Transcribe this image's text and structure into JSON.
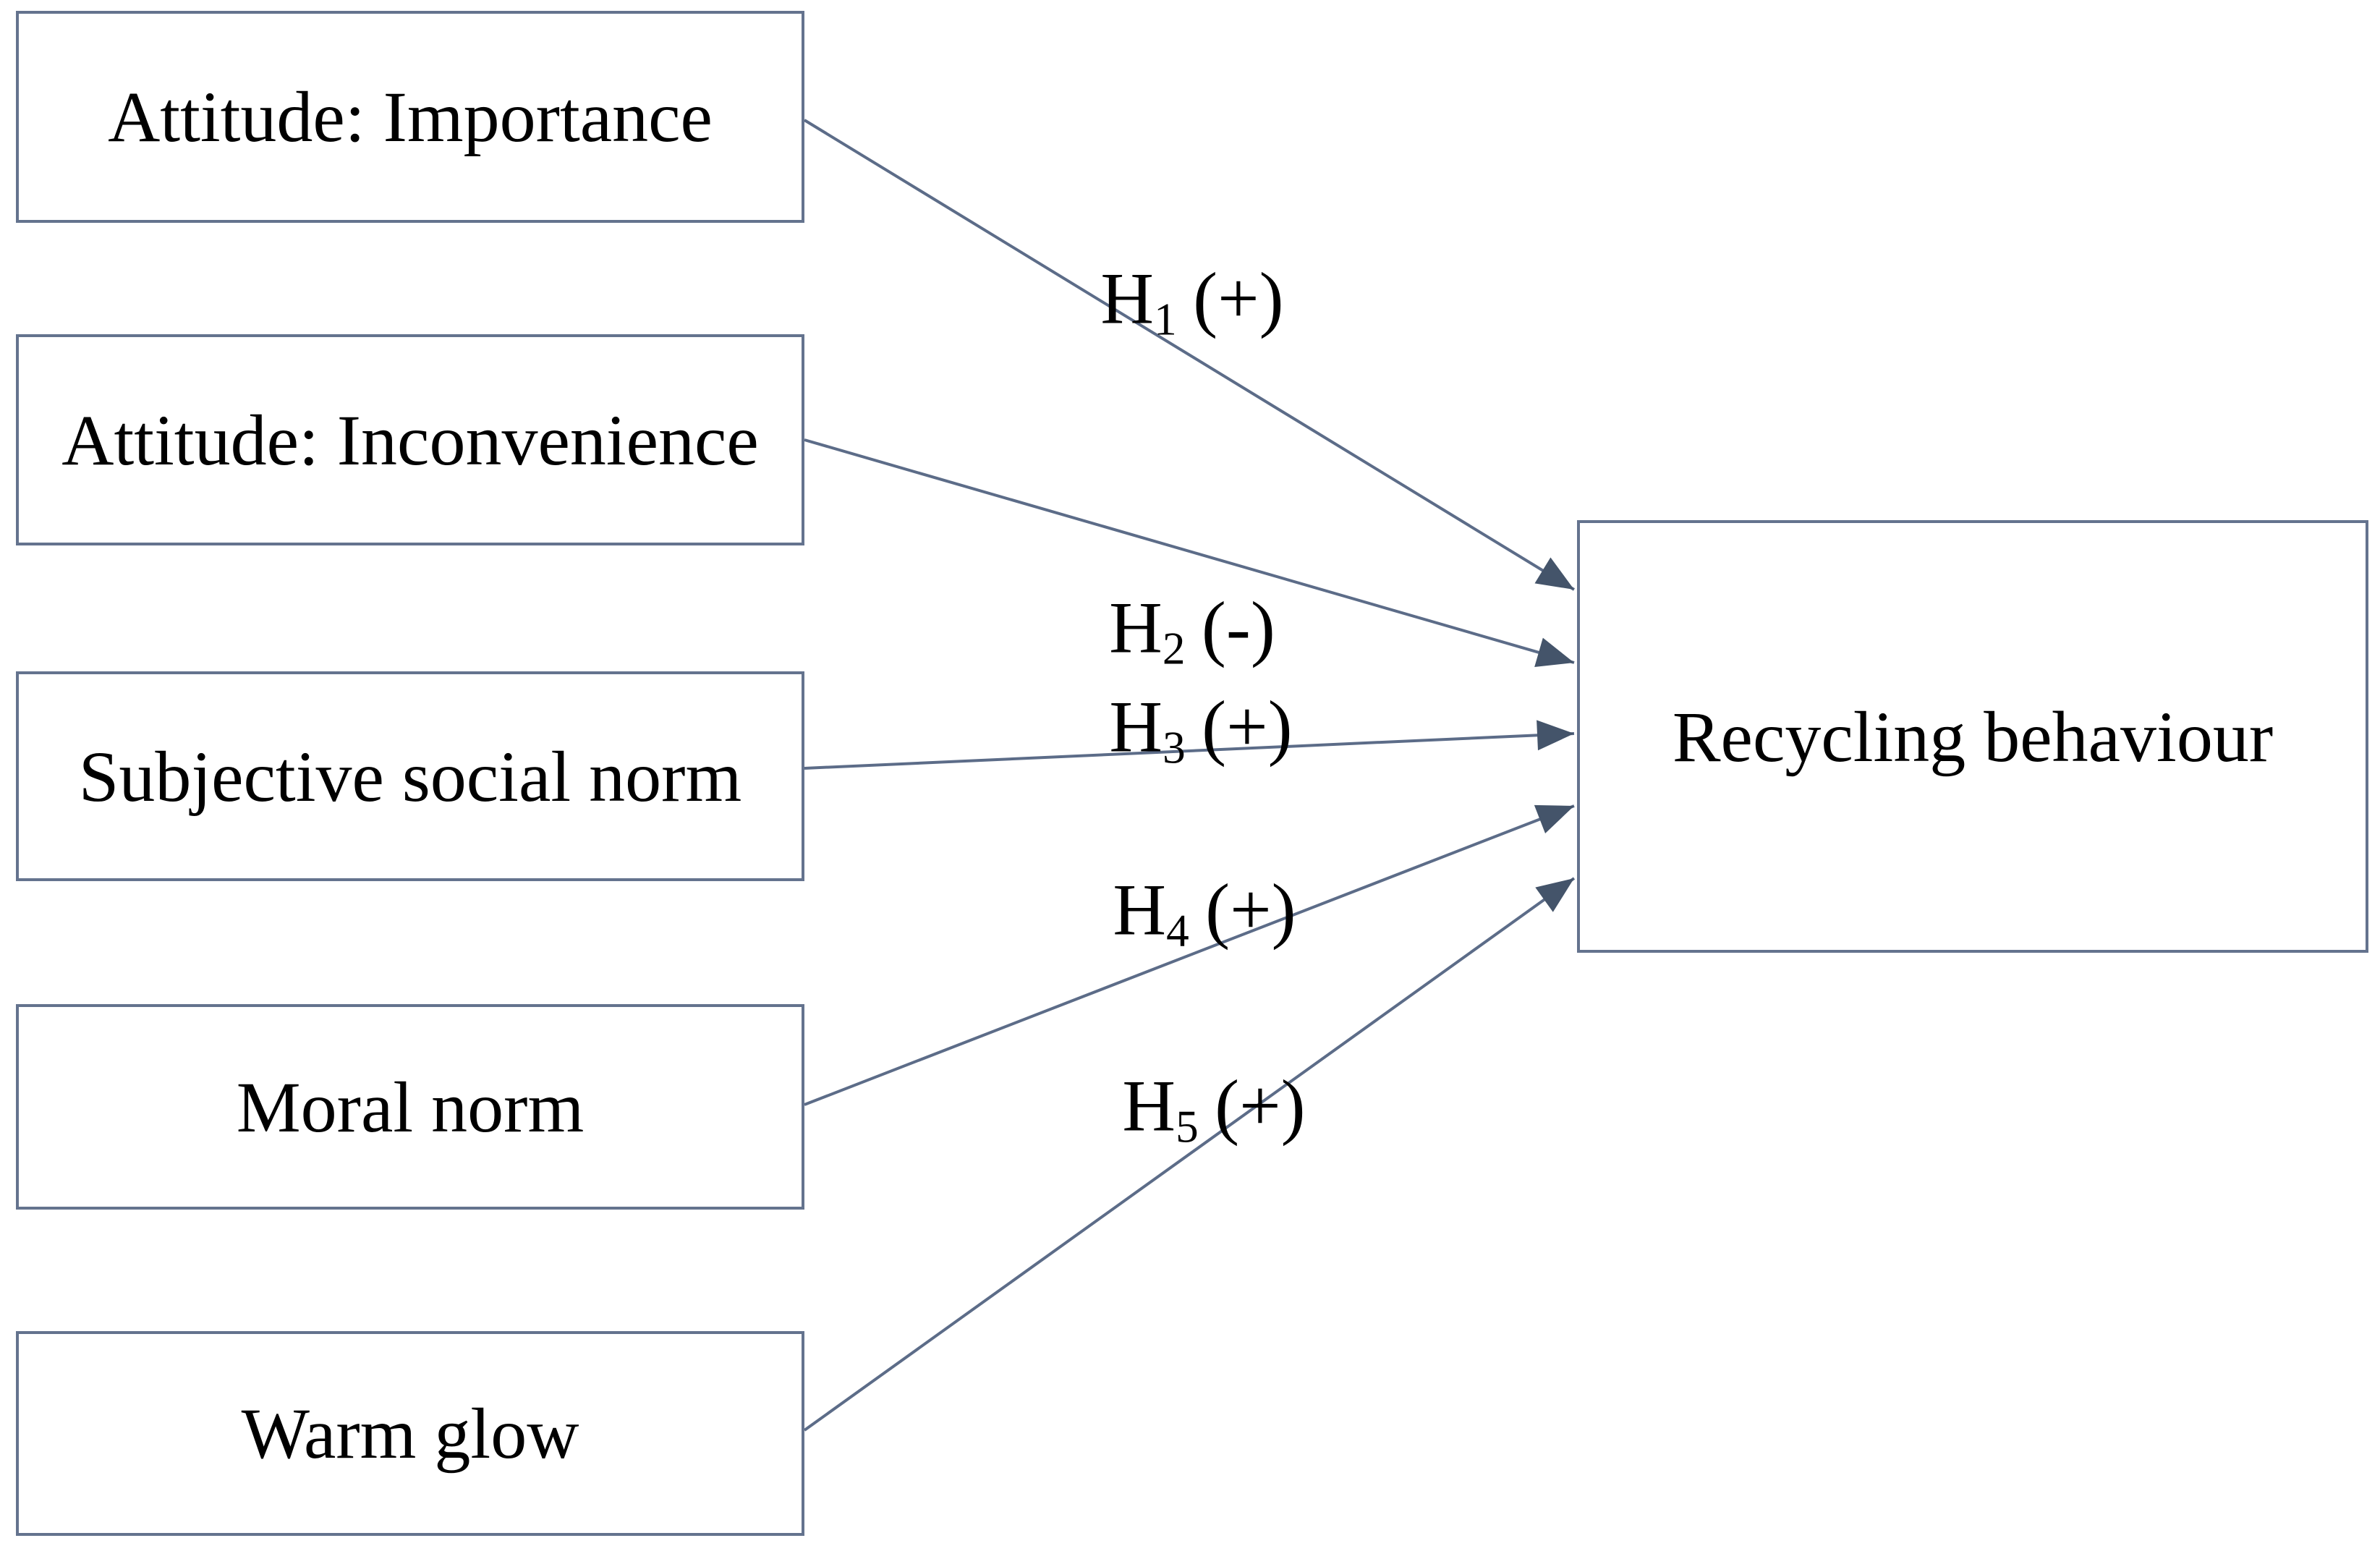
{
  "diagram": {
    "predictors": [
      {
        "label": "Attitude: Importance"
      },
      {
        "label": "Attitude: Inconvenience"
      },
      {
        "label": "Subjective social norm"
      },
      {
        "label": "Moral norm"
      },
      {
        "label": "Warm glow"
      }
    ],
    "outcome": {
      "label": "Recycling behaviour"
    },
    "hypotheses": [
      {
        "symbol": "H",
        "subscript": "1",
        "sign": "(+)"
      },
      {
        "symbol": "H",
        "subscript": "2",
        "sign": "(-)"
      },
      {
        "symbol": "H",
        "subscript": "3",
        "sign": "(+)"
      },
      {
        "symbol": "H",
        "subscript": "4",
        "sign": "(+)"
      },
      {
        "symbol": "H",
        "subscript": "5",
        "sign": "(+)"
      }
    ],
    "colors": {
      "line": "#5c6c88",
      "box_border": "#64738e",
      "arrowhead": "#44546a",
      "text": "#000000",
      "background": "#ffffff"
    }
  }
}
